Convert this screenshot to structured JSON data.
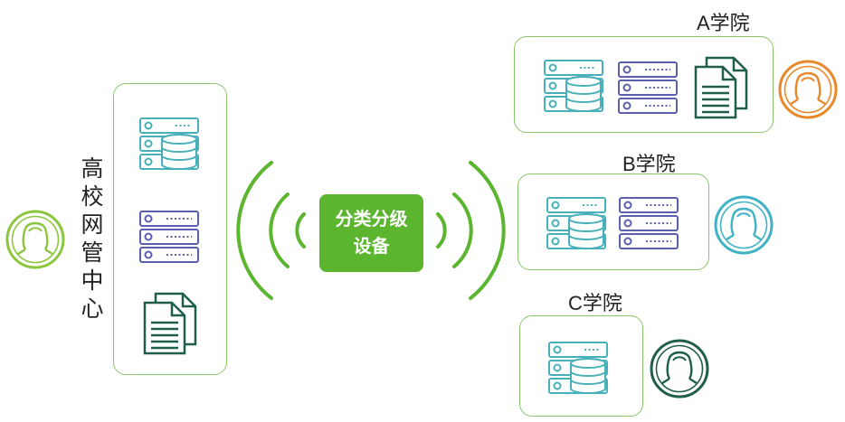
{
  "campus_center": {
    "label": "高校网管中心",
    "color": "#8cc56a"
  },
  "device": {
    "label": "分类分级设备",
    "color": "#5cb52f"
  },
  "colleges": [
    {
      "label": "A学院",
      "user_color": "#e8882a"
    },
    {
      "label": "B学院",
      "user_color": "#3fb3c4"
    },
    {
      "label": "C学院",
      "user_color": "#1f5e4a"
    }
  ],
  "admin_user_color": "#8cc63e",
  "icons": [
    "user-icon",
    "database-server-icon",
    "server-rack-icon",
    "document-icon",
    "wireless-signal-icon"
  ]
}
